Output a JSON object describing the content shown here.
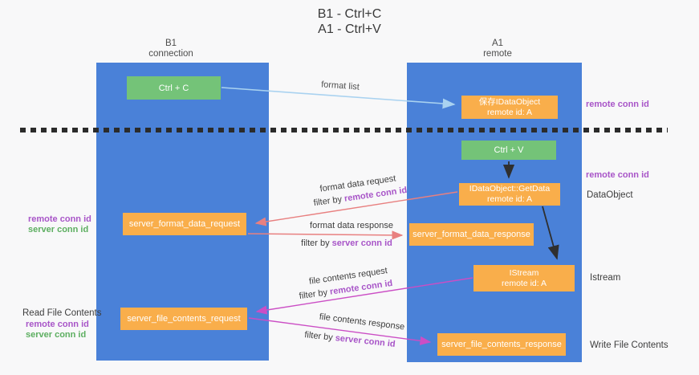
{
  "title": {
    "line1": "B1 - Ctrl+C",
    "line2": "A1 - Ctrl+V"
  },
  "actors": {
    "left": {
      "name": "B1",
      "role": "connection"
    },
    "right": {
      "name": "A1",
      "role": "remote"
    }
  },
  "boxes": {
    "ctrl_c": {
      "label": "Ctrl + C"
    },
    "ctrl_v": {
      "label": "Ctrl + V"
    },
    "save_dataobject": {
      "line1": "保存IDataObject",
      "line2": "remote id: A"
    },
    "getdata": {
      "line1": "IDataObject::GetData",
      "line2": "remote id: A"
    },
    "istream": {
      "line1": "IStream",
      "line2": "remote id: A"
    },
    "format_request": {
      "label": "server_format_data_request"
    },
    "format_response": {
      "label": "server_format_data_response"
    },
    "file_request": {
      "label": "server_file_contents_request"
    },
    "file_response": {
      "label": "server_file_contents_response"
    }
  },
  "messages": {
    "format_list": "format list",
    "format_data_request": "format data request",
    "format_data_request_filter": {
      "prefix": "filter by ",
      "keyword": "remote conn id"
    },
    "format_data_response": "format data response",
    "format_data_response_filter": {
      "prefix": "filter by ",
      "keyword": "server conn id"
    },
    "file_contents_request": "file contents request",
    "file_contents_request_filter": {
      "prefix": "filter by ",
      "keyword": "remote conn id"
    },
    "file_contents_response": "file contents response",
    "file_contents_response_filter": {
      "prefix": "filter by ",
      "keyword": "server conn id"
    }
  },
  "side_labels": {
    "right_remote_conn_id_top": "remote conn id",
    "right_remote_conn_id_mid": "remote conn id",
    "data_object": "DataObject",
    "istream": "Istream",
    "write_file_contents": "Write File Contents",
    "left_remote_conn_id_top": "remote conn id",
    "left_server_conn_id_top": "server conn id",
    "read_file_contents": "Read File Contents",
    "left_remote_conn_id_bottom": "remote conn id",
    "left_server_conn_id_bottom": "server conn id"
  },
  "colors": {
    "lifeline_blue": "#4a81d8",
    "box_orange": "#f9ae4b",
    "box_green": "#74c378",
    "keyword_purple": "#a855c8",
    "keyword_green": "#5cae60",
    "arrow_red": "#e88080",
    "arrow_magenta": "#cb4ec5",
    "arrow_light_blue": "#a9d2f0",
    "arrow_black": "#2f2f2f"
  }
}
